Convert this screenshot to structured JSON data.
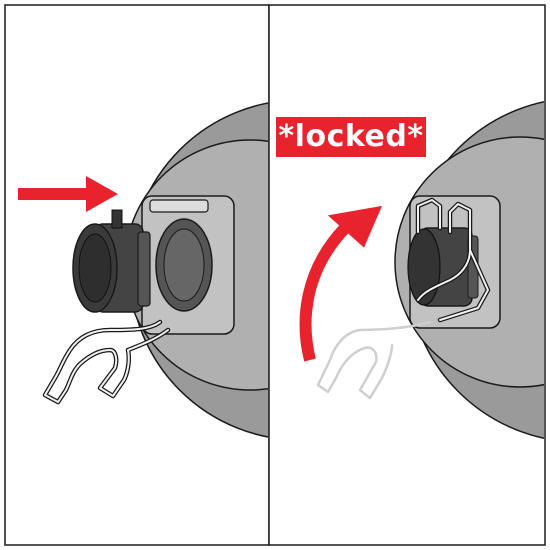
{
  "badge": {
    "text": "*locked*"
  },
  "colors": {
    "accent_red": "#e8232d",
    "wheel_gray": "#9a9a9a",
    "hub_gray": "#b0b0b0",
    "cap_dark": "#444444",
    "wire": "#f0f0f0",
    "outline": "#1a1a1a"
  },
  "panels": [
    {
      "name": "before",
      "arrow": "straight-right-arrow",
      "state": "cap-open-wire-hanging"
    },
    {
      "name": "after",
      "arrow": "curved-up-arrow",
      "state": "cap-closed-wire-clipped"
    }
  ]
}
